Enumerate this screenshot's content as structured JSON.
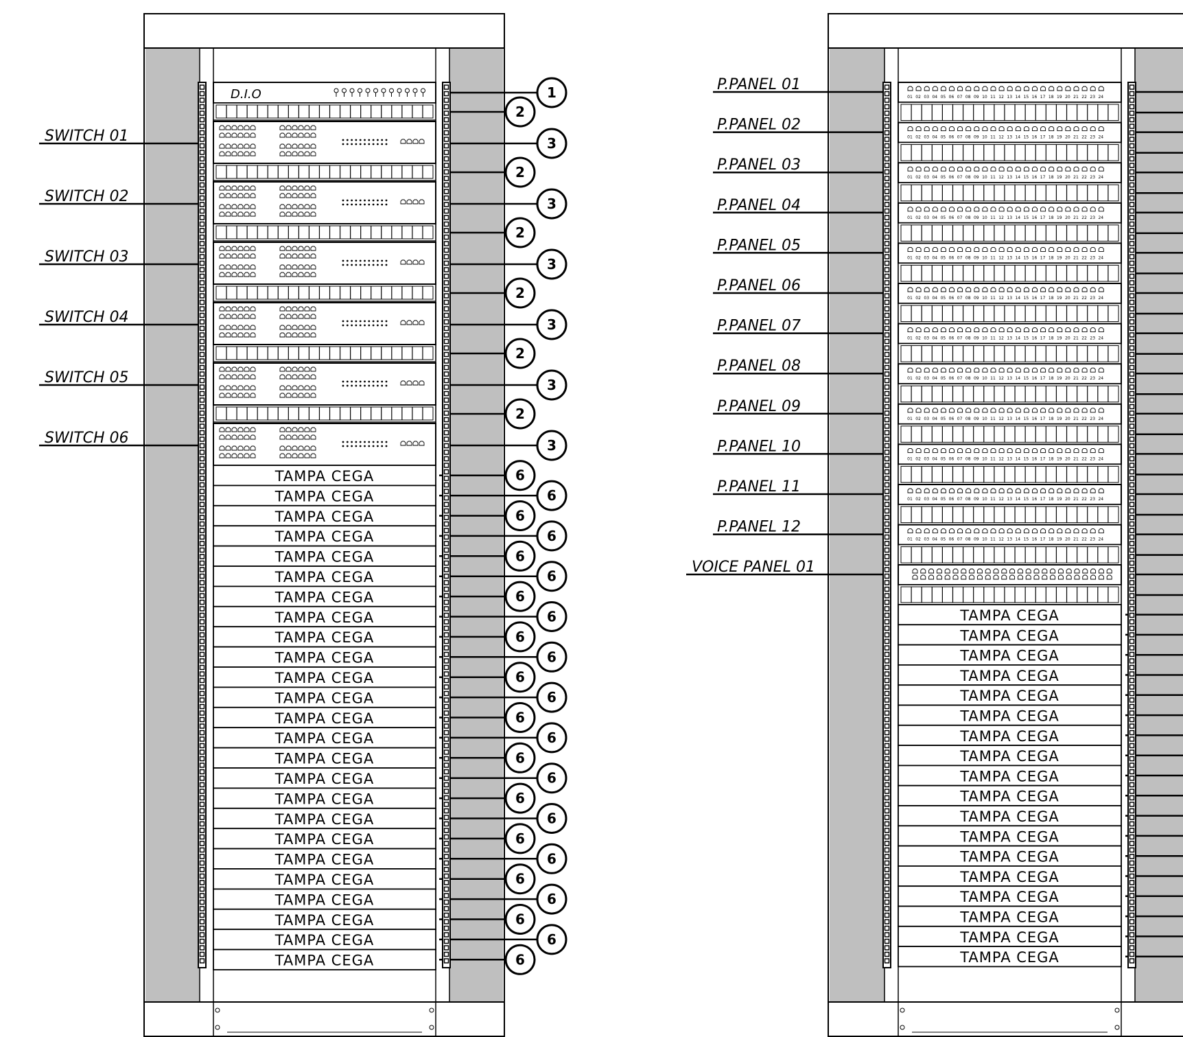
{
  "colors": {
    "line": "#000000",
    "panel_gray": "#bfbfbf",
    "background": "#ffffff"
  },
  "rack_left": {
    "dio_label": "D.I.O",
    "dio_callout": "1",
    "organizer_callout": "2",
    "switch_callout": "3",
    "blank_callout": "6",
    "blank_label": "TAMPA CEGA",
    "blank_count": 25,
    "switch_labels": [
      "SWITCH 01",
      "SWITCH 02",
      "SWITCH 03",
      "SWITCH 04",
      "SWITCH 05",
      "SWITCH 06"
    ]
  },
  "rack_right": {
    "panel_labels": [
      "P.PANEL 01",
      "P.PANEL 02",
      "P.PANEL 03",
      "P.PANEL 04",
      "P.PANEL 05",
      "P.PANEL 06",
      "P.PANEL 07",
      "P.PANEL 08",
      "P.PANEL 09",
      "P.PANEL 10",
      "P.PANEL 11",
      "P.PANEL 12"
    ],
    "voice_label": "VOICE PANEL 01",
    "blank_label": "TAMPA CEGA",
    "blank_count": 18
  }
}
